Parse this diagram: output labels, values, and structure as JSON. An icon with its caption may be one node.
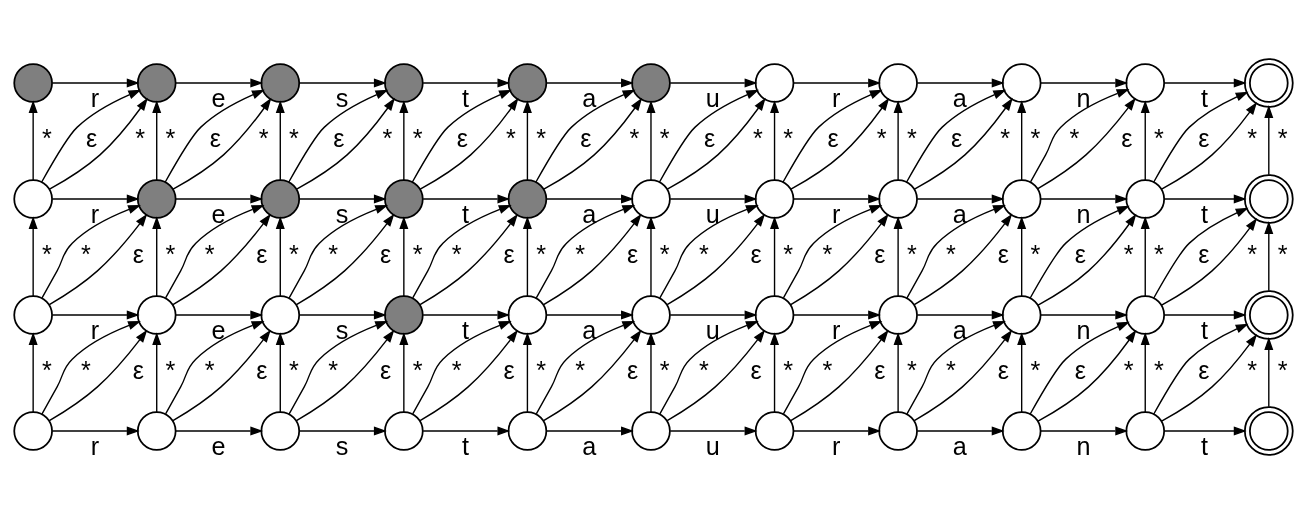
{
  "diagram": {
    "nodes": [
      {
        "text": [],
        "shape": "circle"
      },
      {
        "text": [],
        "shape": "circle"
      },
      {
        "text": [],
        "shape": "circle"
      },
      {
        "text": [],
        "shape": "circle"
      },
      {
        "text": [],
        "shape": "circle"
      },
      {
        "text": [],
        "shape": "circle"
      },
      {
        "text": [],
        "shape": "circle"
      },
      {
        "text": [],
        "shape": "circle"
      },
      {
        "text": [],
        "shape": "circle"
      },
      {
        "text": [],
        "shape": "circle"
      },
      {
        "text": [],
        "shape": "doublecircle"
      },
      {
        "text": [],
        "shape": "circle"
      },
      {
        "text": [],
        "shape": "circle"
      },
      {
        "text": [],
        "shape": "circle"
      },
      {
        "text": [],
        "shape": "circle"
      },
      {
        "text": [],
        "shape": "circle"
      },
      {
        "text": [],
        "shape": "circle"
      },
      {
        "text": [],
        "shape": "circle"
      },
      {
        "text": [],
        "shape": "circle"
      },
      {
        "text": [],
        "shape": "circle"
      },
      {
        "text": [],
        "shape": "circle"
      },
      {
        "text": [],
        "shape": "doublecircle"
      },
      {
        "text": [],
        "shape": "circle"
      },
      {
        "text": [],
        "shape": "circle"
      },
      {
        "text": [],
        "shape": "circle"
      },
      {
        "text": [],
        "shape": "circle"
      },
      {
        "text": [],
        "shape": "circle"
      },
      {
        "text": [],
        "shape": "circle"
      },
      {
        "text": [],
        "shape": "circle"
      },
      {
        "text": [],
        "shape": "circle"
      },
      {
        "text": [],
        "shape": "circle"
      },
      {
        "text": [],
        "shape": "circle"
      },
      {
        "text": [],
        "shape": "doublecircle"
      },
      {
        "text": [],
        "shape": "circle"
      },
      {
        "text": [],
        "shape": "circle"
      },
      {
        "text": [],
        "shape": "circle"
      },
      {
        "text": [],
        "shape": "circle"
      },
      {
        "text": [],
        "shape": "circle"
      },
      {
        "text": [],
        "shape": "circle"
      },
      {
        "text": [],
        "shape": "circle"
      },
      {
        "text": [],
        "shape": "circle"
      },
      {
        "text": [],
        "shape": "circle"
      },
      {
        "text": [],
        "shape": "circle"
      },
      {
        "text": [],
        "shape": "doublecircle"
      }
    ],
    "edges": [
      {
        "from": 0,
        "to": 1,
        "arrow": "to",
        "label": "r"
      },
      {
        "from": 1,
        "to": 2,
        "arrow": "to",
        "label": "e"
      },
      {
        "from": 2,
        "to": 3,
        "arrow": "to",
        "label": "s"
      },
      {
        "from": 3,
        "to": 4,
        "arrow": "to",
        "label": "t"
      },
      {
        "from": 4,
        "to": 5,
        "arrow": "to",
        "label": "a"
      },
      {
        "from": 5,
        "to": 6,
        "arrow": "to",
        "label": "u"
      },
      {
        "from": 6,
        "to": 7,
        "arrow": "to",
        "label": "r"
      },
      {
        "from": 7,
        "to": 8,
        "arrow": "to",
        "label": "a"
      },
      {
        "from": 8,
        "to": 9,
        "arrow": "to",
        "label": "n"
      },
      {
        "from": 9,
        "to": 10,
        "arrow": "to",
        "label": "t"
      },
      {
        "from": 11,
        "to": 0,
        "arrow": "to",
        "label": "*"
      },
      {
        "from": 11,
        "to": 1,
        "arrow": "to",
        "label": "ε"
      },
      {
        "from": 11,
        "to": 1,
        "arrow": "to",
        "label": "*"
      },
      {
        "from": 12,
        "to": 1,
        "arrow": "to",
        "label": "*"
      },
      {
        "from": 12,
        "to": 2,
        "arrow": "to",
        "label": "ε"
      },
      {
        "from": 12,
        "to": 2,
        "arrow": "to",
        "label": "*"
      },
      {
        "from": 13,
        "to": 2,
        "arrow": "to",
        "label": "*"
      },
      {
        "from": 13,
        "to": 3,
        "arrow": "to",
        "label": "ε"
      },
      {
        "from": 13,
        "to": 3,
        "arrow": "to",
        "label": "*"
      },
      {
        "from": 14,
        "to": 3,
        "arrow": "to",
        "label": "*"
      },
      {
        "from": 14,
        "to": 4,
        "arrow": "to",
        "label": "ε"
      },
      {
        "from": 14,
        "to": 4,
        "arrow": "to",
        "label": "*"
      },
      {
        "from": 15,
        "to": 4,
        "arrow": "to",
        "label": "*"
      },
      {
        "from": 15,
        "to": 5,
        "arrow": "to",
        "label": "ε"
      },
      {
        "from": 15,
        "to": 5,
        "arrow": "to",
        "label": "*"
      },
      {
        "from": 16,
        "to": 5,
        "arrow": "to",
        "label": "*"
      },
      {
        "from": 16,
        "to": 6,
        "arrow": "to",
        "label": "ε"
      },
      {
        "from": 16,
        "to": 6,
        "arrow": "to",
        "label": "*"
      },
      {
        "from": 17,
        "to": 6,
        "arrow": "to",
        "label": "*"
      },
      {
        "from": 17,
        "to": 7,
        "arrow": "to",
        "label": "ε"
      },
      {
        "from": 17,
        "to": 7,
        "arrow": "to",
        "label": "*"
      },
      {
        "from": 18,
        "to": 7,
        "arrow": "to",
        "label": "*"
      },
      {
        "from": 18,
        "to": 8,
        "arrow": "to",
        "label": "ε"
      },
      {
        "from": 18,
        "to": 8,
        "arrow": "to",
        "label": "*"
      },
      {
        "from": 19,
        "to": 8,
        "arrow": "to",
        "label": "*"
      },
      {
        "from": 19,
        "to": 9,
        "arrow": "to",
        "label": "ε"
      },
      {
        "from": 19,
        "to": 9,
        "arrow": "to",
        "label": "*"
      },
      {
        "from": 20,
        "to": 9,
        "arrow": "to",
        "label": "*"
      },
      {
        "from": 20,
        "to": 10,
        "arrow": "to",
        "label": "ε"
      },
      {
        "from": 20,
        "to": 10,
        "arrow": "to",
        "label": "*"
      },
      {
        "from": 21,
        "to": 10,
        "arrow": "to",
        "label": "*"
      },
      {
        "from": 11,
        "to": 12,
        "arrow": "to",
        "label": "r"
      },
      {
        "from": 12,
        "to": 13,
        "arrow": "to",
        "label": "e"
      },
      {
        "from": 13,
        "to": 14,
        "arrow": "to",
        "label": "s"
      },
      {
        "from": 14,
        "to": 15,
        "arrow": "to",
        "label": "t"
      },
      {
        "from": 15,
        "to": 16,
        "arrow": "to",
        "label": "a"
      },
      {
        "from": 16,
        "to": 17,
        "arrow": "to",
        "label": "u"
      },
      {
        "from": 17,
        "to": 18,
        "arrow": "to",
        "label": "r"
      },
      {
        "from": 18,
        "to": 19,
        "arrow": "to",
        "label": "a"
      },
      {
        "from": 19,
        "to": 20,
        "arrow": "to",
        "label": "n"
      },
      {
        "from": 20,
        "to": 21,
        "arrow": "to",
        "label": "t"
      },
      {
        "from": 22,
        "to": 11,
        "arrow": "to",
        "label": "*"
      },
      {
        "from": 22,
        "to": 12,
        "arrow": "to",
        "label": "ε"
      },
      {
        "from": 22,
        "to": 12,
        "arrow": "to",
        "label": "*"
      },
      {
        "from": 23,
        "to": 12,
        "arrow": "to",
        "label": "*"
      },
      {
        "from": 23,
        "to": 13,
        "arrow": "to",
        "label": "ε"
      },
      {
        "from": 23,
        "to": 13,
        "arrow": "to",
        "label": "*"
      },
      {
        "from": 24,
        "to": 13,
        "arrow": "to",
        "label": "*"
      },
      {
        "from": 24,
        "to": 14,
        "arrow": "to",
        "label": "ε"
      },
      {
        "from": 24,
        "to": 14,
        "arrow": "to",
        "label": "*"
      },
      {
        "from": 25,
        "to": 14,
        "arrow": "to",
        "label": "*"
      },
      {
        "from": 25,
        "to": 15,
        "arrow": "to",
        "label": "ε"
      },
      {
        "from": 25,
        "to": 15,
        "arrow": "to",
        "label": "*"
      },
      {
        "from": 26,
        "to": 15,
        "arrow": "to",
        "label": "*"
      },
      {
        "from": 26,
        "to": 16,
        "arrow": "to",
        "label": "ε"
      },
      {
        "from": 26,
        "to": 16,
        "arrow": "to",
        "label": "*"
      },
      {
        "from": 27,
        "to": 16,
        "arrow": "to",
        "label": "*"
      },
      {
        "from": 27,
        "to": 17,
        "arrow": "to",
        "label": "ε"
      },
      {
        "from": 27,
        "to": 17,
        "arrow": "to",
        "label": "*"
      },
      {
        "from": 28,
        "to": 17,
        "arrow": "to",
        "label": "*"
      },
      {
        "from": 28,
        "to": 18,
        "arrow": "to",
        "label": "ε"
      },
      {
        "from": 28,
        "to": 18,
        "arrow": "to",
        "label": "*"
      },
      {
        "from": 29,
        "to": 18,
        "arrow": "to",
        "label": "*"
      },
      {
        "from": 29,
        "to": 19,
        "arrow": "to",
        "label": "ε"
      },
      {
        "from": 29,
        "to": 19,
        "arrow": "to",
        "label": "*"
      },
      {
        "from": 30,
        "to": 19,
        "arrow": "to",
        "label": "*"
      },
      {
        "from": 30,
        "to": 20,
        "arrow": "to",
        "label": "ε"
      },
      {
        "from": 30,
        "to": 20,
        "arrow": "to",
        "label": "*"
      },
      {
        "from": 31,
        "to": 20,
        "arrow": "to",
        "label": "*"
      },
      {
        "from": 31,
        "to": 21,
        "arrow": "to",
        "label": "ε"
      },
      {
        "from": 31,
        "to": 21,
        "arrow": "to",
        "label": "*"
      },
      {
        "from": 32,
        "to": 21,
        "arrow": "to",
        "label": "*"
      },
      {
        "from": 22,
        "to": 23,
        "arrow": "to",
        "label": "r"
      },
      {
        "from": 23,
        "to": 24,
        "arrow": "to",
        "label": "e"
      },
      {
        "from": 24,
        "to": 25,
        "arrow": "to",
        "label": "s"
      },
      {
        "from": 25,
        "to": 26,
        "arrow": "to",
        "label": "t"
      },
      {
        "from": 26,
        "to": 27,
        "arrow": "to",
        "label": "a"
      },
      {
        "from": 27,
        "to": 28,
        "arrow": "to",
        "label": "u"
      },
      {
        "from": 28,
        "to": 29,
        "arrow": "to",
        "label": "r"
      },
      {
        "from": 29,
        "to": 30,
        "arrow": "to",
        "label": "a"
      },
      {
        "from": 30,
        "to": 31,
        "arrow": "to",
        "label": "n"
      },
      {
        "from": 31,
        "to": 32,
        "arrow": "to",
        "label": "t"
      },
      {
        "from": 33,
        "to": 22,
        "arrow": "to",
        "label": "*"
      },
      {
        "from": 33,
        "to": 23,
        "arrow": "to",
        "label": "ε"
      },
      {
        "from": 33,
        "to": 23,
        "arrow": "to",
        "label": "*"
      },
      {
        "from": 34,
        "to": 23,
        "arrow": "to",
        "label": "*"
      },
      {
        "from": 34,
        "to": 24,
        "arrow": "to",
        "label": "ε"
      },
      {
        "from": 34,
        "to": 24,
        "arrow": "to",
        "label": "*"
      },
      {
        "from": 35,
        "to": 24,
        "arrow": "to",
        "label": "*"
      },
      {
        "from": 35,
        "to": 25,
        "arrow": "to",
        "label": "ε"
      },
      {
        "from": 35,
        "to": 25,
        "arrow": "to",
        "label": "*"
      },
      {
        "from": 36,
        "to": 25,
        "arrow": "to",
        "label": "*"
      },
      {
        "from": 36,
        "to": 26,
        "arrow": "to",
        "label": "ε"
      },
      {
        "from": 36,
        "to": 26,
        "arrow": "to",
        "label": "*"
      },
      {
        "from": 37,
        "to": 26,
        "arrow": "to",
        "label": "*"
      },
      {
        "from": 37,
        "to": 27,
        "arrow": "to",
        "label": "ε"
      },
      {
        "from": 37,
        "to": 27,
        "arrow": "to",
        "label": "*"
      },
      {
        "from": 38,
        "to": 27,
        "arrow": "to",
        "label": "*"
      },
      {
        "from": 38,
        "to": 28,
        "arrow": "to",
        "label": "ε"
      },
      {
        "from": 38,
        "to": 28,
        "arrow": "to",
        "label": "*"
      },
      {
        "from": 39,
        "to": 28,
        "arrow": "to",
        "label": "*"
      },
      {
        "from": 39,
        "to": 29,
        "arrow": "to",
        "label": "ε"
      },
      {
        "from": 39,
        "to": 29,
        "arrow": "to",
        "label": "*"
      },
      {
        "from": 40,
        "to": 29,
        "arrow": "to",
        "label": "*"
      },
      {
        "from": 40,
        "to": 30,
        "arrow": "to",
        "label": "ε"
      },
      {
        "from": 40,
        "to": 30,
        "arrow": "to",
        "label": "*"
      },
      {
        "from": 41,
        "to": 30,
        "arrow": "to",
        "label": "*"
      },
      {
        "from": 41,
        "to": 31,
        "arrow": "to",
        "label": "ε"
      },
      {
        "from": 41,
        "to": 31,
        "arrow": "to",
        "label": "*"
      },
      {
        "from": 42,
        "to": 31,
        "arrow": "to",
        "label": "*"
      },
      {
        "from": 42,
        "to": 32,
        "arrow": "to",
        "label": "ε"
      },
      {
        "from": 42,
        "to": 32,
        "arrow": "to",
        "label": "*"
      },
      {
        "from": 43,
        "to": 32,
        "arrow": "to",
        "label": "*"
      },
      {
        "from": 33,
        "to": 34,
        "arrow": "to",
        "label": "r"
      },
      {
        "from": 34,
        "to": 35,
        "arrow": "to",
        "label": "e"
      },
      {
        "from": 35,
        "to": 36,
        "arrow": "to",
        "label": "s"
      },
      {
        "from": 36,
        "to": 37,
        "arrow": "to",
        "label": "t"
      },
      {
        "from": 37,
        "to": 38,
        "arrow": "to",
        "label": "a"
      },
      {
        "from": 38,
        "to": 39,
        "arrow": "to",
        "label": "u"
      },
      {
        "from": 39,
        "to": 40,
        "arrow": "to",
        "label": "r"
      },
      {
        "from": 40,
        "to": 41,
        "arrow": "to",
        "label": "a"
      },
      {
        "from": 41,
        "to": 42,
        "arrow": "to",
        "label": "n"
      },
      {
        "from": 42,
        "to": 43,
        "arrow": "to",
        "label": "t"
      }
    ]
  }
}
